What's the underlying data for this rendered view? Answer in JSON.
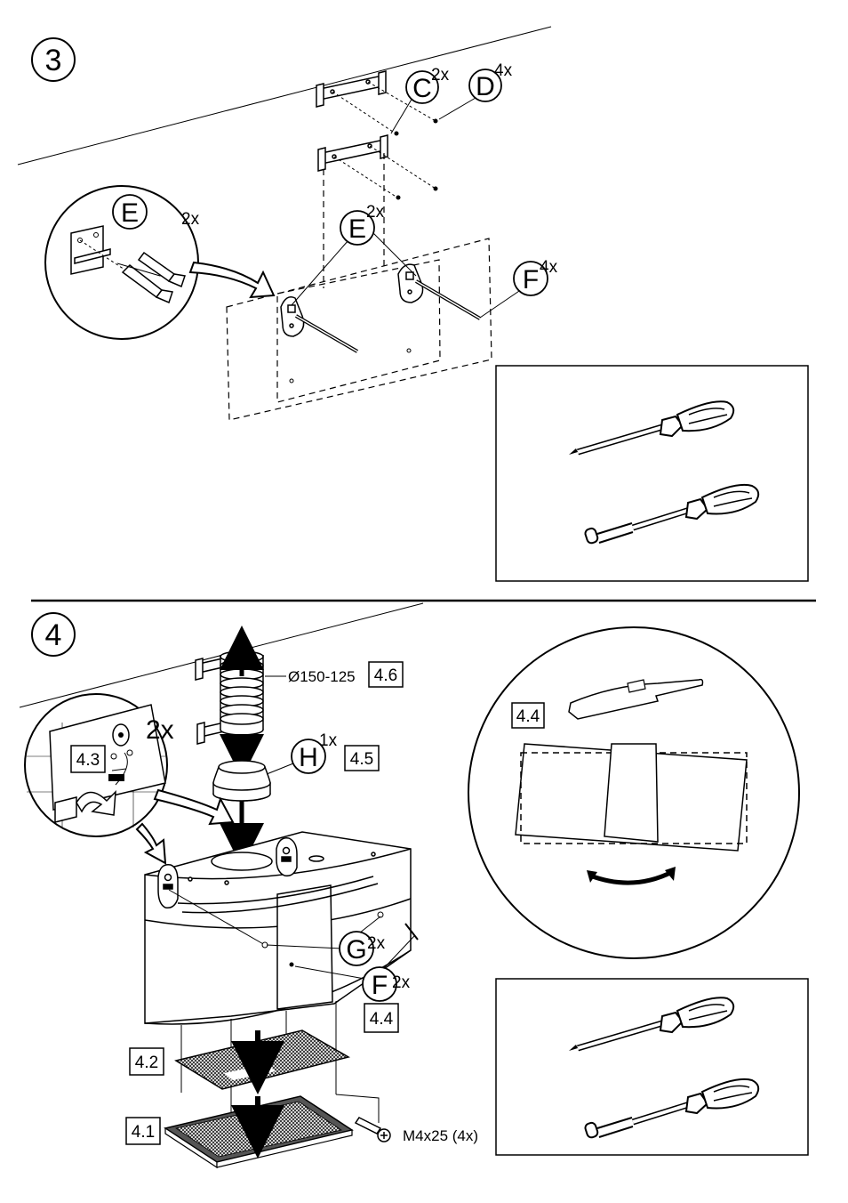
{
  "step3": {
    "number": "3",
    "callouts": {
      "c": {
        "letter": "C",
        "qty": "2x"
      },
      "d": {
        "letter": "D",
        "qty": "4x"
      },
      "e_zoom": {
        "letter": "E",
        "qty": "2x"
      },
      "e": {
        "letter": "E",
        "qty": "2x"
      },
      "f": {
        "letter": "F",
        "qty": "4x"
      }
    },
    "tools": [
      "phillips-screwdriver-icon",
      "socket-screwdriver-icon"
    ]
  },
  "step4": {
    "number": "4",
    "duct_diameter": "Ø150-125",
    "boxes": {
      "b46": "4.6",
      "b45": "4.5",
      "b43": "4.3",
      "b44_zoom": "4.4",
      "b44": "4.4",
      "b42": "4.2",
      "b41": "4.1"
    },
    "zoom_qty": "2x",
    "callouts": {
      "h": {
        "letter": "H",
        "qty": "1x"
      },
      "g": {
        "letter": "G",
        "qty": "2x"
      },
      "f": {
        "letter": "F",
        "qty": "2x"
      }
    },
    "screw_spec": "M4x25 (4x)",
    "tools": [
      "phillips-screwdriver-icon",
      "socket-screwdriver-icon"
    ]
  },
  "colors": {
    "ink": "#000000",
    "paper": "#ffffff",
    "filter_mesh": "#444444"
  }
}
